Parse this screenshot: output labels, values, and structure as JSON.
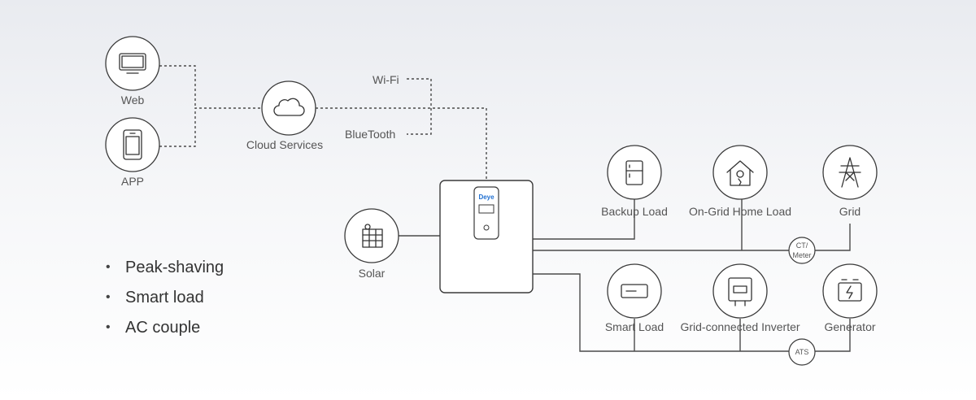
{
  "labels": {
    "web": "Web",
    "app": "APP",
    "cloud": "Cloud Services",
    "wifi": "Wi-Fi",
    "bluetooth": "BlueTooth",
    "solar": "Solar",
    "backup_load": "Backup Load",
    "on_grid_home_load": "On-Grid Home Load",
    "grid": "Grid",
    "smart_load": "Smart Load",
    "grid_connected_inverter": "Grid-connected Inverter",
    "generator": "Generator"
  },
  "badges": {
    "ct_meter_line1": "CT/",
    "ct_meter_line2": "Meter",
    "ats": "ATS"
  },
  "inverter": {
    "brand": "Deye"
  },
  "features": [
    "Peak-shaving",
    "Smart load",
    "AC couple"
  ],
  "colors": {
    "line": "#4a4a4a",
    "brand_blue": "#1f6fd1",
    "background_top": "#e9ebf0"
  }
}
